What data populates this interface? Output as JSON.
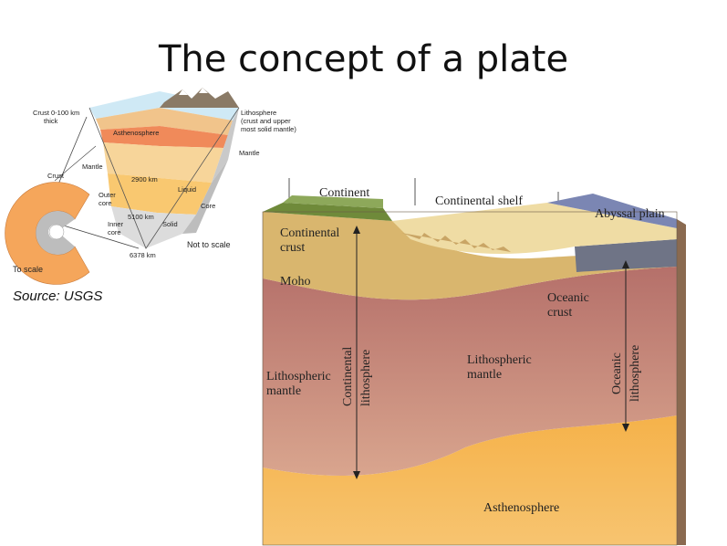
{
  "title": "The concept of a plate",
  "source": "Source: USGS",
  "earth": {
    "crust_thickness": "Crust 0-100 km",
    "crust_thickness2": "thick",
    "lithosphere1": "Lithosphere",
    "lithosphere2": "(crust and upper",
    "lithosphere3": "most solid mantle)",
    "asthenosphere": "Asthenosphere",
    "mantle_right": "Mantle",
    "mantle_left": "Mantle",
    "crust": "Crust",
    "depth_2900": "2900 km",
    "liquid": "Liquid",
    "outer_core1": "Outer",
    "outer_core2": "core",
    "core": "Core",
    "depth_5100": "5100 km",
    "inner_core1": "Inner",
    "inner_core2": "core",
    "solid": "Solid",
    "depth_6378": "6378 km",
    "not_to_scale": "Not to scale",
    "to_scale": "To scale"
  },
  "plate": {
    "continent": "Continent",
    "continental_shelf": "Continental shelf",
    "abyssal_plain": "Abyssal plain",
    "continental_crust1": "Continental",
    "continental_crust2": "crust",
    "moho": "Moho",
    "oceanic_crust1": "Oceanic",
    "oceanic_crust2": "crust",
    "lithospheric_mantle_left1": "Lithospheric",
    "lithospheric_mantle_left2": "mantle",
    "continental_lithosphere1": "Continental",
    "continental_lithosphere2": "lithosphere",
    "lithospheric_mantle_mid1": "Lithospheric",
    "lithospheric_mantle_mid2": "mantle",
    "oceanic_lithosphere1": "Oceanic",
    "oceanic_lithosphere2": "lithosphere",
    "asthenosphere": "Asthenosphere"
  }
}
